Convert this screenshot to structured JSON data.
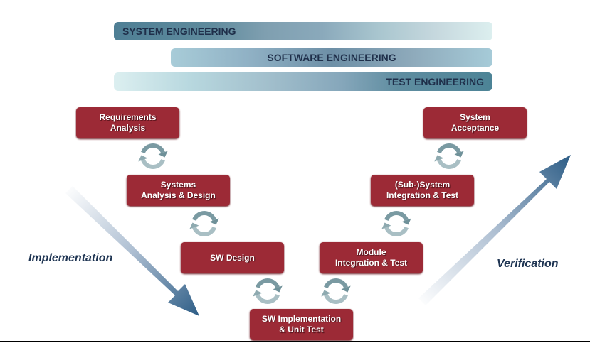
{
  "bars": {
    "system_engineering": "SYSTEM ENGINEERING",
    "software_engineering": "SOFTWARE ENGINEERING",
    "test_engineering": "TEST ENGINEERING"
  },
  "phases": {
    "requirements_analysis": "Requirements\nAnalysis",
    "systems_analysis_design": "Systems\nAnalysis & Design",
    "sw_design": "SW Design",
    "sw_implementation": "SW Implementation\n& Unit Test",
    "module_integration": "Module\nIntegration & Test",
    "subsystem_integration": "(Sub-)System\nIntegration & Test",
    "system_acceptance": "System\nAcceptance"
  },
  "labels": {
    "implementation": "Implementation",
    "verification": "Verification"
  },
  "colors": {
    "box": "#9c2a36",
    "arrow": "#2d5d86",
    "text": "#1f2f4a"
  }
}
